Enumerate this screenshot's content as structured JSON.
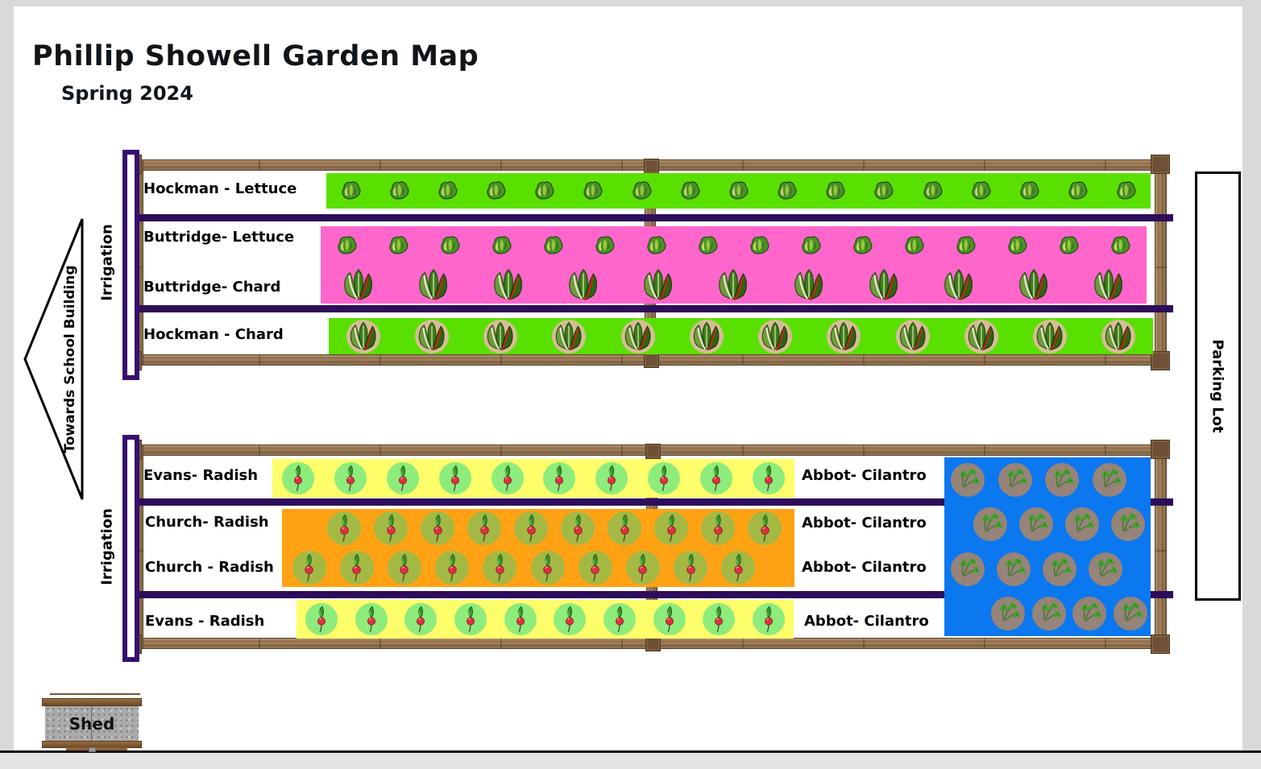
{
  "header": {
    "title": "Phillip Showell Garden Map",
    "subtitle": "Spring 2024"
  },
  "surroundings": {
    "arrow_label": "Towards School Building",
    "parking_label": "Parking Lot",
    "shed_label": "Shed"
  },
  "beds": {
    "top": {
      "irrigation_label": "Irrigation",
      "rows": [
        {
          "labels": [
            "Hockman - Lettuce"
          ],
          "strip_color": "green",
          "plant_rows": [
            {
              "plant": "lettuce",
              "count": 17
            }
          ]
        },
        {
          "labels": [
            "Buttridge- Lettuce",
            "Buttridge- Chard"
          ],
          "strip_color": "pink",
          "plant_rows": [
            {
              "plant": "lettuce",
              "count": 16
            },
            {
              "plant": "chard",
              "count": 11
            }
          ]
        },
        {
          "labels": [
            "Hockman - Chard"
          ],
          "strip_color": "green",
          "plant_rows": [
            {
              "plant": "chard_mulch",
              "count": 12
            }
          ]
        }
      ]
    },
    "bottom": {
      "irrigation_label": "Irrigation",
      "rows": [
        {
          "labels": [
            "Evans- Radish"
          ],
          "right_labels": [
            "Abbot- Cilantro"
          ],
          "strip_color": "yellow",
          "plant_rows": [
            {
              "plant": "radish_yellow",
              "count": 10
            }
          ]
        },
        {
          "labels": [
            "Church- Radish",
            "Church - Radish"
          ],
          "right_labels": [
            "Abbot- Cilantro",
            "Abbot- Cilantro"
          ],
          "strip_color": "orange",
          "plant_rows": [
            {
              "plant": "radish_orange",
              "count": 10
            },
            {
              "plant": "radish_orange",
              "count": 10
            }
          ]
        },
        {
          "labels": [
            "Evans - Radish"
          ],
          "right_labels": [
            "Abbot- Cilantro"
          ],
          "strip_color": "yellow",
          "plant_rows": [
            {
              "plant": "radish_yellow",
              "count": 10
            }
          ]
        }
      ],
      "cilantro_patch": {
        "strip_color": "blue",
        "plant_rows": [
          {
            "plant": "cilantro",
            "count": 4
          },
          {
            "plant": "cilantro",
            "count": 4
          },
          {
            "plant": "cilantro",
            "count": 4
          },
          {
            "plant": "cilantro",
            "count": 4
          }
        ]
      }
    }
  },
  "colors": {
    "strip_green": "#5ae000",
    "strip_pink": "#ff66cc",
    "strip_yellow": "#ffff6b",
    "strip_orange": "#ffa214",
    "strip_blue": "#0b78f0",
    "irrigation_purple": "#2e0d5a",
    "wood_brown": "#8a6a47",
    "shed_gray": "#ababab"
  }
}
